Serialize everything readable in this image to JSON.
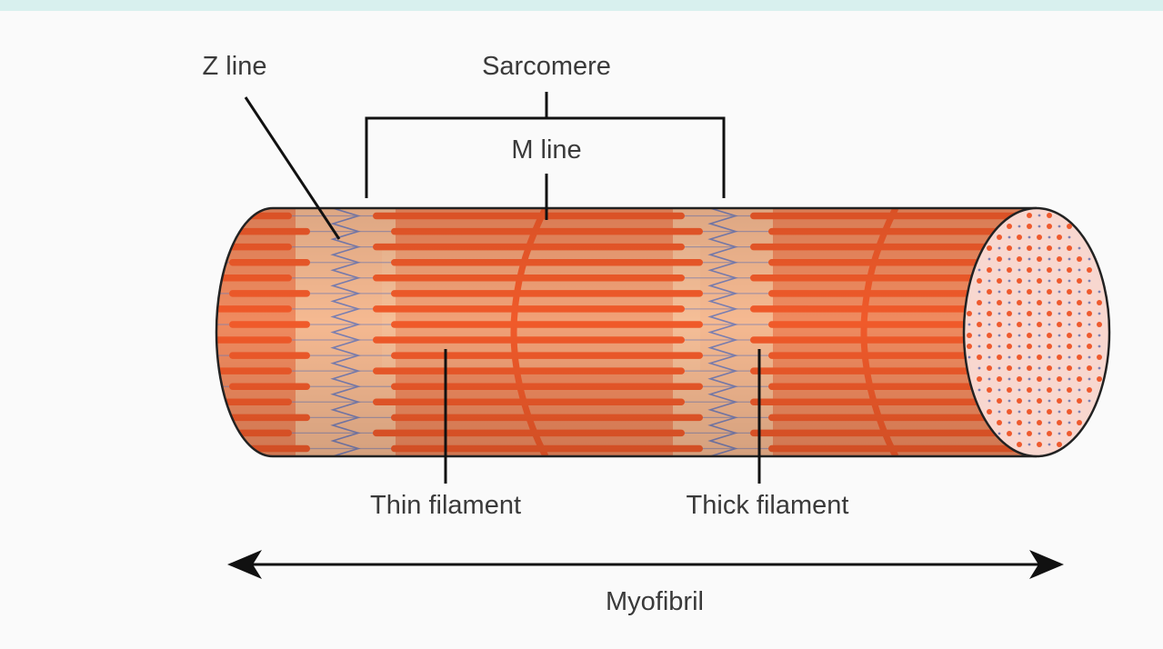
{
  "diagram": {
    "labels": {
      "z_line": "Z line",
      "sarcomere": "Sarcomere",
      "m_line": "M line",
      "thin_filament": "Thin filament",
      "thick_filament": "Thick filament",
      "myofibril": "Myofibril"
    },
    "colors": {
      "background": "#fafafa",
      "top_strip": "#d8f0ee",
      "cylinder_fill": "#ef8a5f",
      "light_band": "#f7c8a2",
      "thick_filament": "#f05a2a",
      "thin_filament": "#7b7fb2",
      "outline": "#222222",
      "end_face": "#f8d7cf",
      "end_dots": "#ee5a2e"
    }
  }
}
